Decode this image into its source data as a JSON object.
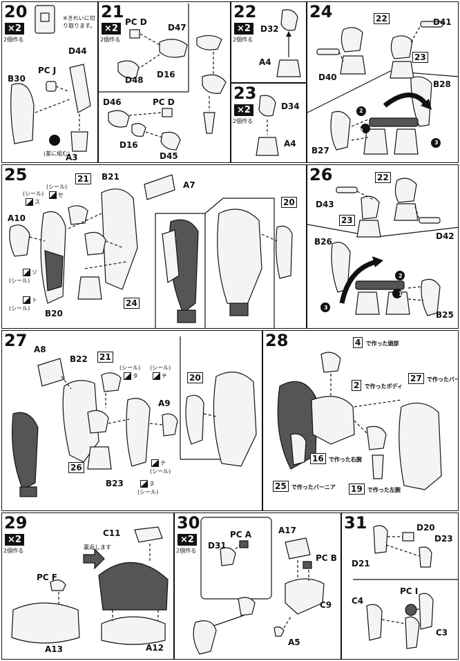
{
  "multiplier_label": "×2",
  "make_two_label": "2個作る",
  "step20": {
    "num": "20",
    "note": "※きれいに切り取ります。",
    "parts": [
      "D44",
      "PC J",
      "B30",
      "A3"
    ],
    "subnote": "(差に組む)"
  },
  "step21": {
    "num": "21",
    "parts": [
      "PC D",
      "D47",
      "D16",
      "D48",
      "D46",
      "PC D",
      "D16",
      "D45"
    ]
  },
  "step22": {
    "num": "22",
    "parts": [
      "D32",
      "A4"
    ]
  },
  "step23": {
    "num": "23",
    "parts": [
      "D34",
      "A4"
    ]
  },
  "step24": {
    "num": "24",
    "refs": [
      "22",
      "23"
    ],
    "parts": [
      "D41",
      "D40",
      "B28",
      "B27"
    ],
    "order": [
      "1",
      "2",
      "3"
    ]
  },
  "step25": {
    "num": "25",
    "refs": [
      "21",
      "24",
      "20"
    ],
    "parts": [
      "B21",
      "A7",
      "A10",
      "B20"
    ],
    "seals": [
      "ス",
      "セ",
      "ソ",
      "ト"
    ],
    "seal_word": "(シール)"
  },
  "step26": {
    "num": "26",
    "refs": [
      "22",
      "23"
    ],
    "parts": [
      "D43",
      "D42",
      "B26",
      "B25"
    ],
    "order": [
      "1",
      "2",
      "3"
    ]
  },
  "step27": {
    "num": "27",
    "refs": [
      "21",
      "20",
      "26"
    ],
    "parts": [
      "A8",
      "B22",
      "A9",
      "B23"
    ],
    "seals": [
      "タ",
      "チ",
      "テ",
      "ヌ"
    ],
    "seal_word": "(シール)"
  },
  "step28": {
    "num": "28",
    "items": [
      {
        "ref": "4",
        "text": "で作った頭部"
      },
      {
        "ref": "2",
        "text": "で作ったボディ"
      },
      {
        "ref": "27",
        "text": "で作ったバーニア"
      },
      {
        "ref": "16",
        "text": "で作った右腕"
      },
      {
        "ref": "25",
        "text": "で作ったバーニア"
      },
      {
        "ref": "19",
        "text": "で作った左腕"
      }
    ]
  },
  "step29": {
    "num": "29",
    "parts": [
      "PC F",
      "C11",
      "A13",
      "A12"
    ],
    "note": "裏返します"
  },
  "step30": {
    "num": "30",
    "parts": [
      "D31",
      "PC A",
      "A17",
      "PC B",
      "C9",
      "A5"
    ]
  },
  "step31": {
    "num": "31",
    "parts": [
      "D20",
      "D23",
      "D21",
      "PC I",
      "C4",
      "C3"
    ]
  }
}
